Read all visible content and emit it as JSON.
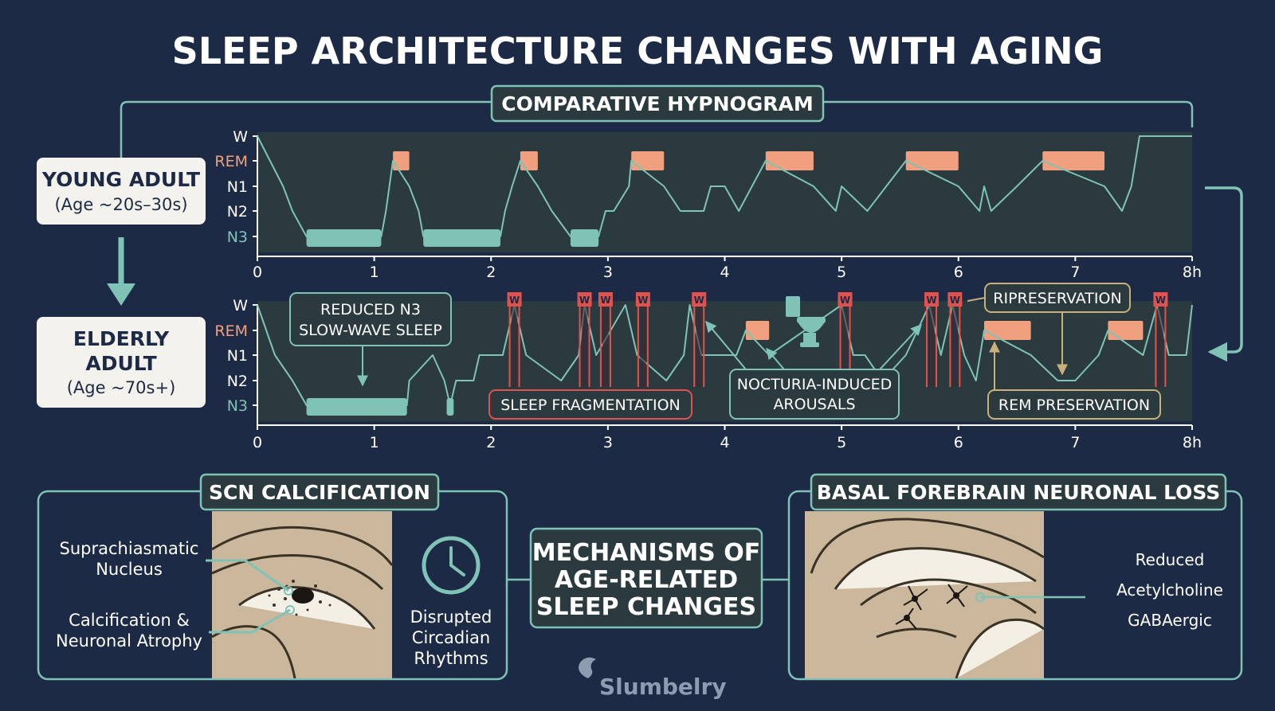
{
  "title": "SLEEP ARCHITECTURE CHANGES WITH AGING",
  "hypnogram_title": "COMPARATIVE HYPNOGRAM",
  "young": {
    "title": "YOUNG ADULT",
    "subtitle": "(Age ~20s–30s)"
  },
  "elderly": {
    "title_line1": "ELDERLY",
    "title_line2": "ADULT",
    "subtitle": "(Age ~70s+)"
  },
  "annotations": {
    "reduced_n3_line1": "REDUCED N3",
    "reduced_n3_line2": "SLOW-WAVE SLEEP",
    "fragmentation": "SLEEP FRAGMENTATION",
    "nocturia_line1": "NOCTURIA-INDUCED",
    "nocturia_line2": "AROUSALS",
    "r_preservation": "RIPRESERVATION",
    "rem_preservation": "REM PRESERVATION"
  },
  "wake_marker": "W",
  "scn": {
    "title": "SCN CALCIFICATION",
    "label1_line1": "Suprachiasmatic",
    "label1_line2": "Nucleus",
    "label2_line1": "Calcification &",
    "label2_line2": "Neuronal Atrophy",
    "rhythm_line1": "Disrupted",
    "rhythm_line2": "Circadian",
    "rhythm_line3": "Rhythms",
    "icon": "clock-icon"
  },
  "mechanisms": {
    "line1": "MECHANISMS OF",
    "line2": "AGE-RELATED",
    "line3": "SLEEP CHANGES"
  },
  "basal": {
    "title": "BASAL FOREBRAIN NEURONAL LOSS",
    "line1": "Reduced",
    "line2": "Acetylcholine",
    "line3": "GABAergic"
  },
  "brand": "Slumbelry",
  "colors": {
    "background": "#1c2a45",
    "panel": "#2b3a3e",
    "accent_teal": "#7fc3b6",
    "rem": "#f0a07e",
    "wake_red": "#e0524e",
    "annotation_gold": "#c8b07a",
    "brain": "#cbb89c"
  },
  "chart_data": [
    {
      "type": "line",
      "name": "young-hypnogram",
      "stages": [
        "W",
        "REM",
        "N1",
        "N2",
        "N3"
      ],
      "x_ticks": [
        "0",
        "1",
        "2",
        "3",
        "4",
        "5",
        "6",
        "7",
        "8h"
      ],
      "xlim": [
        0,
        8
      ],
      "points": [
        [
          0,
          "W"
        ],
        [
          0.22,
          "N1"
        ],
        [
          0.3,
          "N2"
        ],
        [
          0.42,
          "N3"
        ],
        [
          1.06,
          "N3"
        ],
        [
          1.1,
          "N2"
        ],
        [
          1.16,
          "REM"
        ],
        [
          1.3,
          "N1"
        ],
        [
          1.38,
          "N2"
        ],
        [
          1.42,
          "N3"
        ],
        [
          2.08,
          "N3"
        ],
        [
          2.12,
          "N2"
        ],
        [
          2.18,
          "N1"
        ],
        [
          2.25,
          "REM"
        ],
        [
          2.4,
          "N1"
        ],
        [
          2.52,
          "N2"
        ],
        [
          2.68,
          "N3"
        ],
        [
          2.92,
          "N3"
        ],
        [
          2.98,
          "N2"
        ],
        [
          3.05,
          "N2"
        ],
        [
          3.18,
          "N1"
        ],
        [
          3.2,
          "REM"
        ],
        [
          3.48,
          "N1"
        ],
        [
          3.62,
          "N2"
        ],
        [
          3.82,
          "N2"
        ],
        [
          3.88,
          "N1"
        ],
        [
          4.0,
          "N1"
        ],
        [
          4.12,
          "N2"
        ],
        [
          4.35,
          "REM"
        ],
        [
          4.76,
          "N1"
        ],
        [
          4.95,
          "N2"
        ],
        [
          5.0,
          "N1"
        ],
        [
          5.22,
          "N2"
        ],
        [
          5.55,
          "REM"
        ],
        [
          6.0,
          "N1"
        ],
        [
          6.18,
          "N2"
        ],
        [
          6.22,
          "N1"
        ],
        [
          6.28,
          "N2"
        ],
        [
          6.5,
          "N1"
        ],
        [
          6.72,
          "REM"
        ],
        [
          7.25,
          "N1"
        ],
        [
          7.4,
          "N2"
        ],
        [
          7.48,
          "N1"
        ],
        [
          7.55,
          "W"
        ],
        [
          8.0,
          "W"
        ]
      ],
      "n3_segments": [
        [
          0.42,
          1.06
        ],
        [
          1.42,
          2.08
        ],
        [
          2.68,
          2.92
        ]
      ],
      "rem_segments": [
        [
          1.16,
          1.3
        ],
        [
          2.25,
          2.4
        ],
        [
          3.2,
          3.48
        ],
        [
          4.35,
          4.76
        ],
        [
          5.55,
          6.0
        ],
        [
          6.72,
          7.25
        ]
      ]
    },
    {
      "type": "line",
      "name": "elderly-hypnogram",
      "stages": [
        "W",
        "REM",
        "N1",
        "N2",
        "N3"
      ],
      "x_ticks": [
        "0",
        "1",
        "2",
        "3",
        "4",
        "5",
        "6",
        "7",
        "8h"
      ],
      "xlim": [
        0,
        8
      ],
      "points": [
        [
          0,
          "W"
        ],
        [
          0.15,
          "N1"
        ],
        [
          0.3,
          "N2"
        ],
        [
          0.42,
          "N3"
        ],
        [
          1.28,
          "N3"
        ],
        [
          1.3,
          "N2"
        ],
        [
          1.5,
          "N1"
        ],
        [
          1.6,
          "N2"
        ],
        [
          1.65,
          "N3"
        ],
        [
          1.7,
          "N2"
        ],
        [
          1.85,
          "N2"
        ],
        [
          1.9,
          "N1"
        ],
        [
          2.1,
          "N1"
        ],
        [
          2.2,
          "W"
        ],
        [
          2.3,
          "N1"
        ],
        [
          2.6,
          "N2"
        ],
        [
          2.75,
          "N1"
        ],
        [
          2.8,
          "W"
        ],
        [
          2.9,
          "N1"
        ],
        [
          3.15,
          "W"
        ],
        [
          3.25,
          "N1"
        ],
        [
          3.5,
          "N2"
        ],
        [
          3.65,
          "N1"
        ],
        [
          3.7,
          "W"
        ],
        [
          3.8,
          "N1"
        ],
        [
          4.1,
          "N1"
        ],
        [
          4.18,
          "REM"
        ],
        [
          4.38,
          "N1"
        ],
        [
          5.0,
          "W"
        ],
        [
          5.1,
          "N1"
        ],
        [
          5.2,
          "N1"
        ],
        [
          5.35,
          "N2"
        ],
        [
          5.55,
          "N1"
        ],
        [
          5.75,
          "W"
        ],
        [
          5.85,
          "N1"
        ],
        [
          5.95,
          "W"
        ],
        [
          6.05,
          "N1"
        ],
        [
          6.15,
          "N2"
        ],
        [
          6.22,
          "REM"
        ],
        [
          6.62,
          "N1"
        ],
        [
          6.85,
          "N2"
        ],
        [
          7.0,
          "N2"
        ],
        [
          7.2,
          "N1"
        ],
        [
          7.28,
          "REM"
        ],
        [
          7.58,
          "N1"
        ],
        [
          7.7,
          "W"
        ],
        [
          7.8,
          "N1"
        ],
        [
          7.95,
          "N1"
        ],
        [
          8.0,
          "W"
        ]
      ],
      "n3_segments": [
        [
          0.42,
          1.28
        ],
        [
          1.62,
          1.68
        ]
      ],
      "rem_segments": [
        [
          4.18,
          4.38
        ],
        [
          6.22,
          6.62
        ],
        [
          7.28,
          7.58
        ]
      ],
      "wake_markers": [
        2.2,
        2.8,
        2.98,
        3.3,
        3.78,
        5.03,
        5.77,
        5.97,
        7.73
      ]
    }
  ]
}
